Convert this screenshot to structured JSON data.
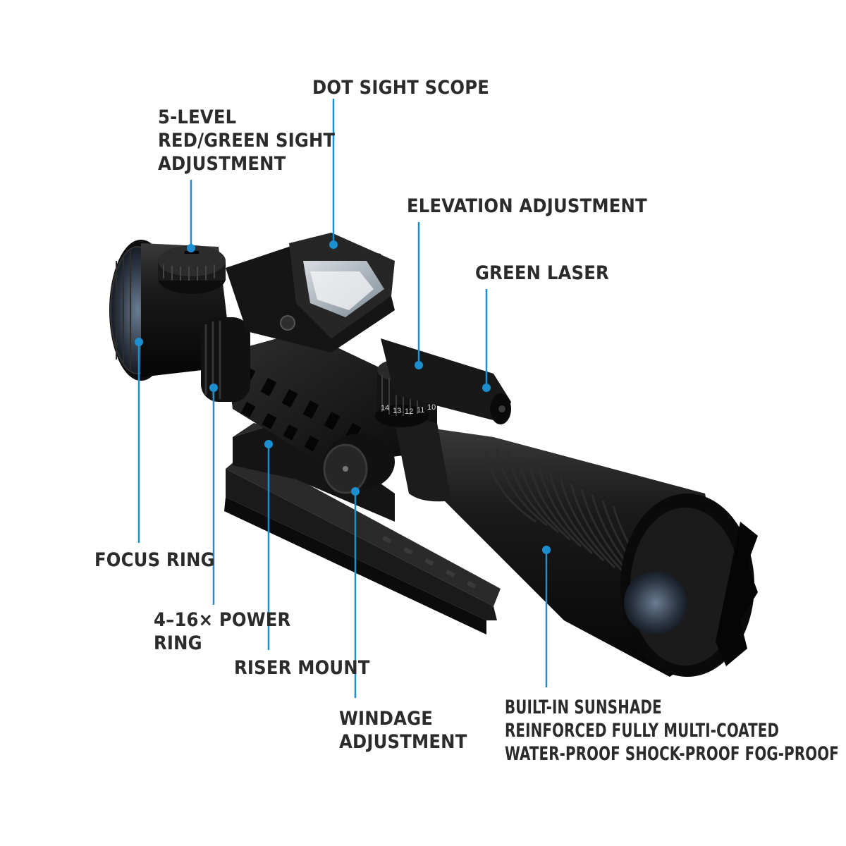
{
  "labels": {
    "dot_sight_scope": "DOT SIGHT SCOPE",
    "sight_adjustment": [
      "5-LEVEL",
      "RED/GREEN SIGHT",
      "ADJUSTMENT"
    ],
    "elevation_adjustment": "ELEVATION ADJUSTMENT",
    "green_laser": "GREEN LASER",
    "focus_ring": "FOCUS RING",
    "power_ring": [
      "4–16× POWER",
      "RING"
    ],
    "riser_mount": "RISER MOUNT",
    "windage_adjustment": [
      "WINDAGE",
      "ADJUSTMENT"
    ],
    "sunshade": [
      "BUILT-IN SUNSHADE",
      "REINFORCED FULLY MULTI-COATED",
      "WATER-PROOF SHOCK-PROOF FOG-PROOF"
    ]
  },
  "dial_numbers": [
    "14",
    "13",
    "12",
    "11",
    "10"
  ],
  "colors": {
    "callout": "#1b8fd0",
    "text": "#2b2b2b",
    "body": "#111111"
  }
}
